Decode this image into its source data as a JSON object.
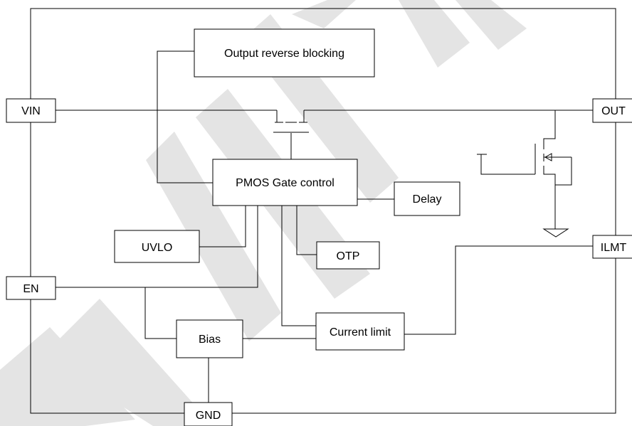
{
  "pins": {
    "vin": "VIN",
    "en": "EN",
    "out": "OUT",
    "ilmt": "ILMT",
    "gnd": "GND"
  },
  "blocks": {
    "output_reverse_blocking": "Output reverse blocking",
    "pmos_gate_control": "PMOS Gate control",
    "delay": "Delay",
    "uvlo": "UVLO",
    "otp": "OTP",
    "bias": "Bias",
    "current_limit": "Current limit"
  },
  "watermark": {
    "text": "MAXIN MI",
    "color": "#e4e4e4"
  }
}
